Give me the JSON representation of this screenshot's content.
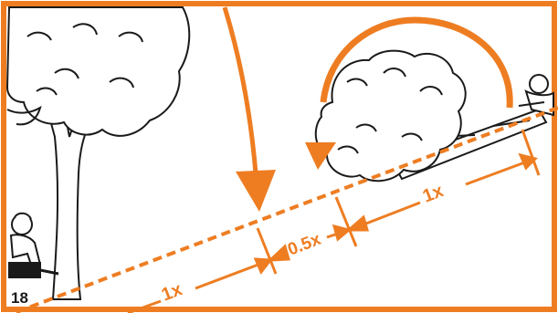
{
  "figure": {
    "page_number": "18",
    "dimensions": {
      "first_segment": "1x",
      "gap_segment": "0.5x",
      "last_segment": "1x"
    },
    "colors": {
      "accent": "#ee7d22",
      "ink": "#1a1a1a",
      "background": "#ffffff"
    },
    "icons": [
      "standing-tree-icon",
      "felled-tree-icon",
      "chainsaw-operator-icon",
      "fall-arc-arrow-icon",
      "downward-arrow-icon"
    ]
  }
}
